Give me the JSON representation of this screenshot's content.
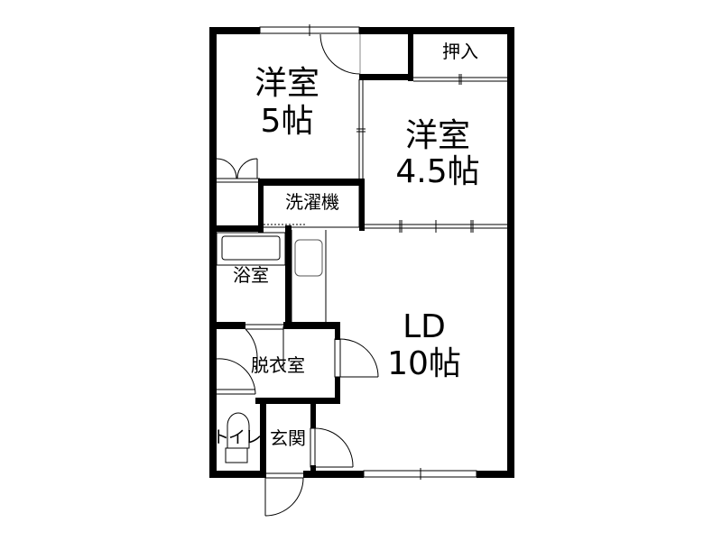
{
  "plan": {
    "colors": {
      "wall": "#000000",
      "fixture": "#555555",
      "background": "#ffffff"
    },
    "rooms": [
      {
        "id": "western-room-5",
        "name": "洋室",
        "size": "5帖"
      },
      {
        "id": "western-room-4-5",
        "name": "洋室",
        "size": "4.5帖"
      },
      {
        "id": "closet",
        "name": "押入"
      },
      {
        "id": "washing-machine",
        "name": "洗濯機"
      },
      {
        "id": "bathroom",
        "name": "浴室"
      },
      {
        "id": "living-dining",
        "name": "LD",
        "size": "10帖"
      },
      {
        "id": "dressing-room",
        "name": "脱衣室"
      },
      {
        "id": "toilet",
        "name": "トイレ"
      },
      {
        "id": "entrance",
        "name": "玄関"
      }
    ]
  }
}
